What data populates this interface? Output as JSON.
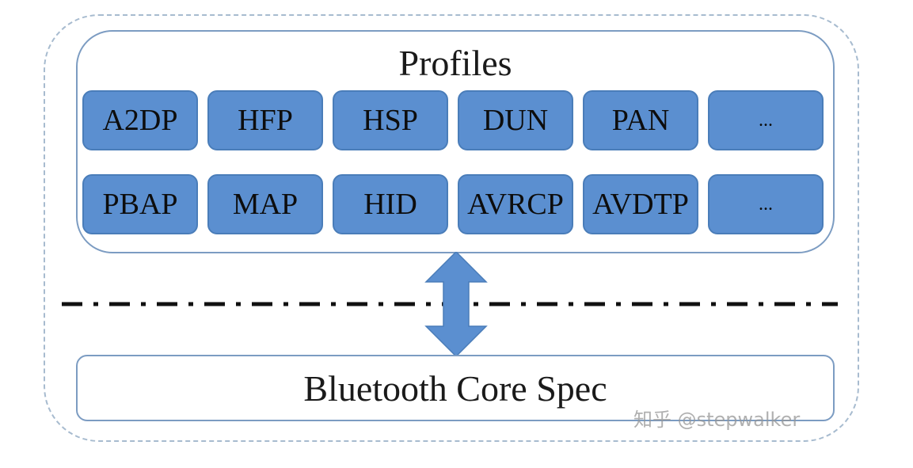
{
  "diagram": {
    "title": "Profiles",
    "profile_rows": [
      [
        "A2DP",
        "HFP",
        "HSP",
        "DUN",
        "PAN",
        "..."
      ],
      [
        "PBAP",
        "MAP",
        "HID",
        "AVRCP",
        "AVDTP",
        "..."
      ]
    ],
    "core_label": "Bluetooth Core Spec",
    "watermark": "知乎 @stepwalker",
    "colors": {
      "cell_fill": "#5b8fd0",
      "cell_border": "#4a7db9",
      "box_border": "#7c9cc2",
      "arrow_fill": "#5b8fd0",
      "divider": "#111111",
      "outer_dashed": "#a7bbcf"
    }
  }
}
